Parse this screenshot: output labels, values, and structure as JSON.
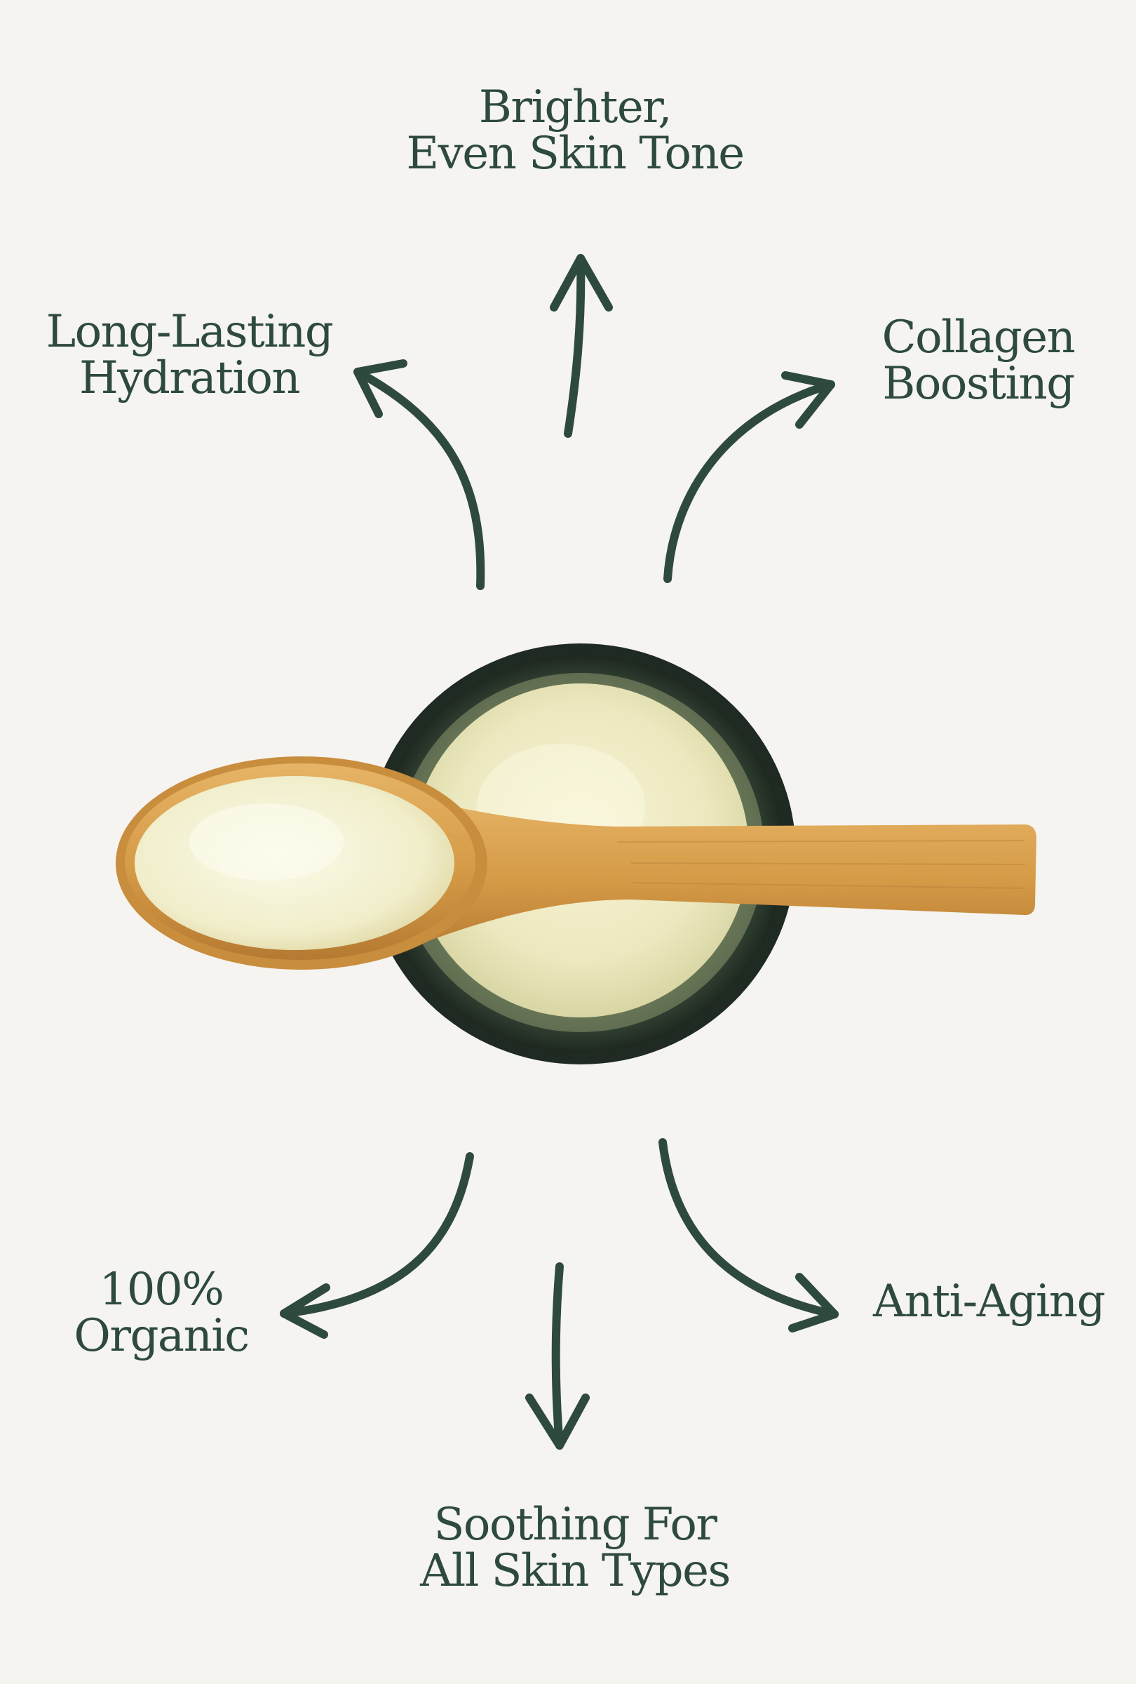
{
  "labels": {
    "top": {
      "line1": "Brighter,",
      "line2": "Even Skin Tone"
    },
    "top_left": {
      "line1": "Long-Lasting",
      "line2": "Hydration"
    },
    "top_right": {
      "line1": "Collagen",
      "line2": "Boosting"
    },
    "bottom_left": {
      "line1": "100%",
      "line2": "Organic"
    },
    "bottom_right": {
      "line1": "Anti-Aging"
    },
    "bottom": {
      "line1": "Soothing For",
      "line2": "All Skin Types"
    }
  },
  "colors": {
    "background": "#f5f4f0",
    "accent_green": "#2e4a3e",
    "jar_glass": "#2c3a2e",
    "cream": "#f0edc8",
    "bamboo": "#d9a14f"
  },
  "icons": [
    "curved-arrow-icon",
    "cream-jar-icon",
    "wooden-spoon-icon"
  ]
}
